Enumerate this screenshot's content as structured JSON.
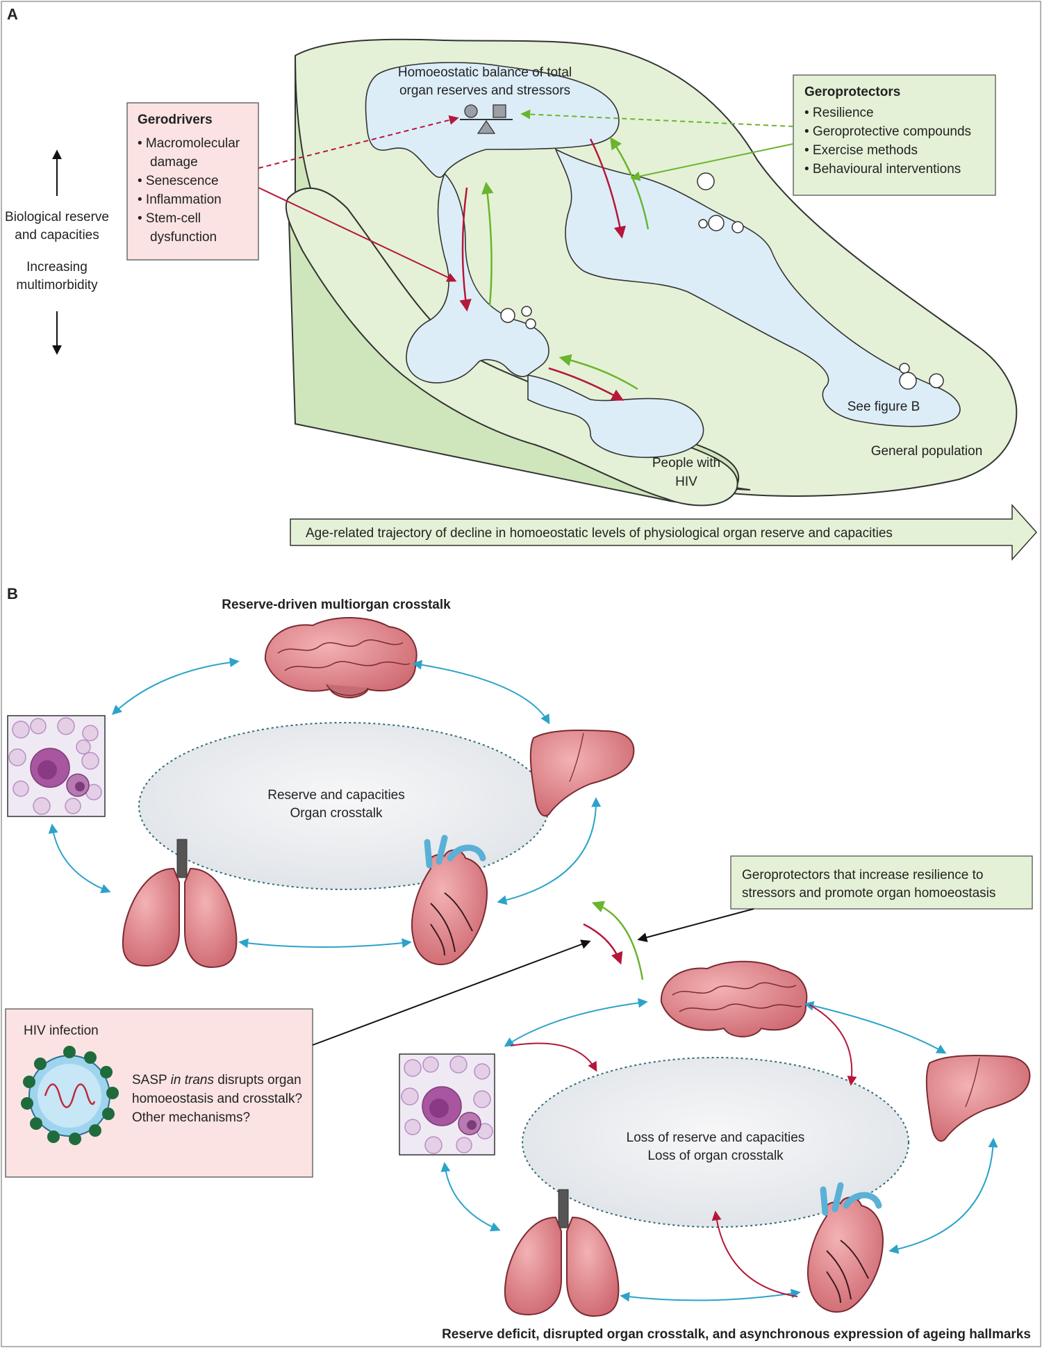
{
  "panel_a": {
    "letter": "A",
    "left_axis": {
      "up_label_line1": "Biological reserve",
      "up_label_line2": "and capacities",
      "down_label_line1": "Increasing",
      "down_label_line2": "multimorbidity"
    },
    "balance_label_line1": "Homoeostatic balance of total",
    "balance_label_line2": "organ reserves and stressors",
    "gerodrivers": {
      "title": "Gerodrivers",
      "items": [
        "• Macromolecular",
        "damage",
        "• Senescence",
        "• Inflammation",
        "• Stem-cell",
        "dysfunction"
      ]
    },
    "geroprotectors": {
      "title": "Geroprotectors",
      "items": [
        "• Resilience",
        "• Geroprotective compounds",
        "• Exercise methods",
        "• Behavioural interventions"
      ]
    },
    "see_figure": "See figure B",
    "people_hiv_line1": "People with",
    "people_hiv_line2": "HIV",
    "general_population": "General population",
    "trajectory": "Age-related trajectory of decline in homoeostatic levels of physiological organ reserve and capacities"
  },
  "panel_b": {
    "letter": "B",
    "top_title": "Reserve-driven multiorgan crosstalk",
    "ellipse_top_line1": "Reserve and capacities",
    "ellipse_top_line2": "Organ crosstalk",
    "geroprotectors_box_line1": "Geroprotectors that increase resilience to",
    "geroprotectors_box_line2": "stressors and promote organ homoeostasis",
    "hiv": {
      "title": "HIV infection",
      "line1_a": "SASP ",
      "line1_italic": "in trans",
      "line1_b": " disrupts organ",
      "line2": "homoeostasis and crosstalk?",
      "line3": "Other mechanisms?"
    },
    "ellipse_bottom_line1": "Loss of reserve and capacities",
    "ellipse_bottom_line2": "Loss of organ crosstalk",
    "bottom_title": "Reserve deficit, disrupted organ crosstalk, and asynchronous expression of ageing hallmarks"
  },
  "colors": {
    "landscape_green": "#e4f1d6",
    "wall_green": "#cfe6bc",
    "river_blue": "#dcedf8",
    "pink_box": "#fbe3e3",
    "red_arrow": "#b5173a",
    "green_arrow": "#6ab42e",
    "cyan_arrow": "#2ba3c9",
    "organ_pink": "#d9757d"
  }
}
